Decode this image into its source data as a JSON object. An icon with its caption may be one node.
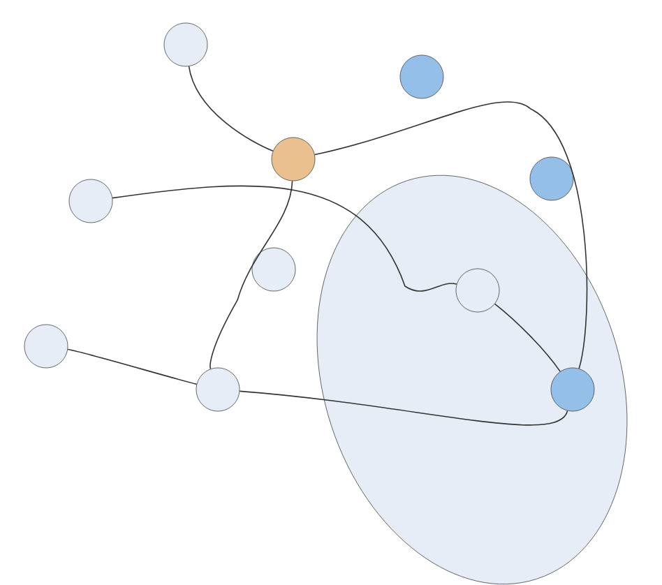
{
  "diagram": {
    "nodes": [
      {
        "text": [],
        "shape": "ellipse"
      },
      {
        "text": [],
        "shape": "circle"
      },
      {
        "text": [],
        "shape": "circle"
      },
      {
        "text": [],
        "shape": "circle"
      },
      {
        "text": [],
        "shape": "circle"
      },
      {
        "text": [],
        "shape": "circle"
      },
      {
        "text": [],
        "shape": "circle"
      },
      {
        "text": [],
        "shape": "circle",
        "in": 0
      },
      {
        "text": [],
        "shape": "circle"
      },
      {
        "text": [],
        "shape": "circle"
      },
      {
        "text": [],
        "shape": "circle",
        "in": 0
      }
    ],
    "edges": [
      {
        "from": 1,
        "to": 3,
        "arrow": "none"
      },
      {
        "from": 3,
        "to": 10,
        "arrow": "none"
      },
      {
        "from": 5,
        "to": 7,
        "arrow": "none"
      },
      {
        "from": 7,
        "to": 10,
        "arrow": "none"
      },
      {
        "from": 3,
        "to": 9,
        "arrow": "none"
      },
      {
        "from": 8,
        "to": 9,
        "arrow": "none"
      },
      {
        "from": 9,
        "to": 10,
        "arrow": "none"
      }
    ]
  }
}
